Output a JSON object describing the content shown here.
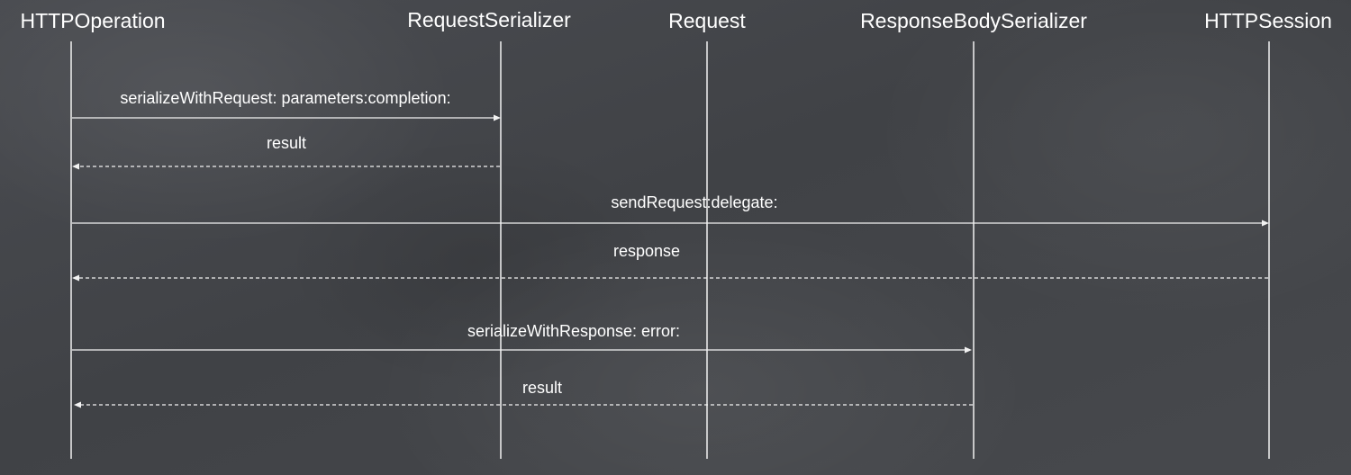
{
  "participants": [
    {
      "id": "http_operation",
      "label": "HTTPOperation"
    },
    {
      "id": "request_serializer",
      "label": "RequestSerializer"
    },
    {
      "id": "request",
      "label": "Request"
    },
    {
      "id": "response_body_serializer",
      "label": "ResponseBodySerializer"
    },
    {
      "id": "http_session",
      "label": "HTTPSession"
    }
  ],
  "messages": [
    {
      "from": "http_operation",
      "to": "request_serializer",
      "label": "serializeWithRequest: parameters:completion:",
      "style": "solid"
    },
    {
      "from": "request_serializer",
      "to": "http_operation",
      "label": "result",
      "style": "dashed"
    },
    {
      "from": "http_operation",
      "to": "http_session",
      "label": "sendRequest:delegate:",
      "style": "solid"
    },
    {
      "from": "http_session",
      "to": "http_operation",
      "label": "response",
      "style": "dashed"
    },
    {
      "from": "http_operation",
      "to": "response_body_serializer",
      "label": "serializeWithResponse: error:",
      "style": "solid"
    },
    {
      "from": "response_body_serializer",
      "to": "http_operation",
      "label": "result",
      "style": "dashed"
    }
  ],
  "colors": {
    "background": "#45474b",
    "chalk": "#f2f2f2"
  }
}
